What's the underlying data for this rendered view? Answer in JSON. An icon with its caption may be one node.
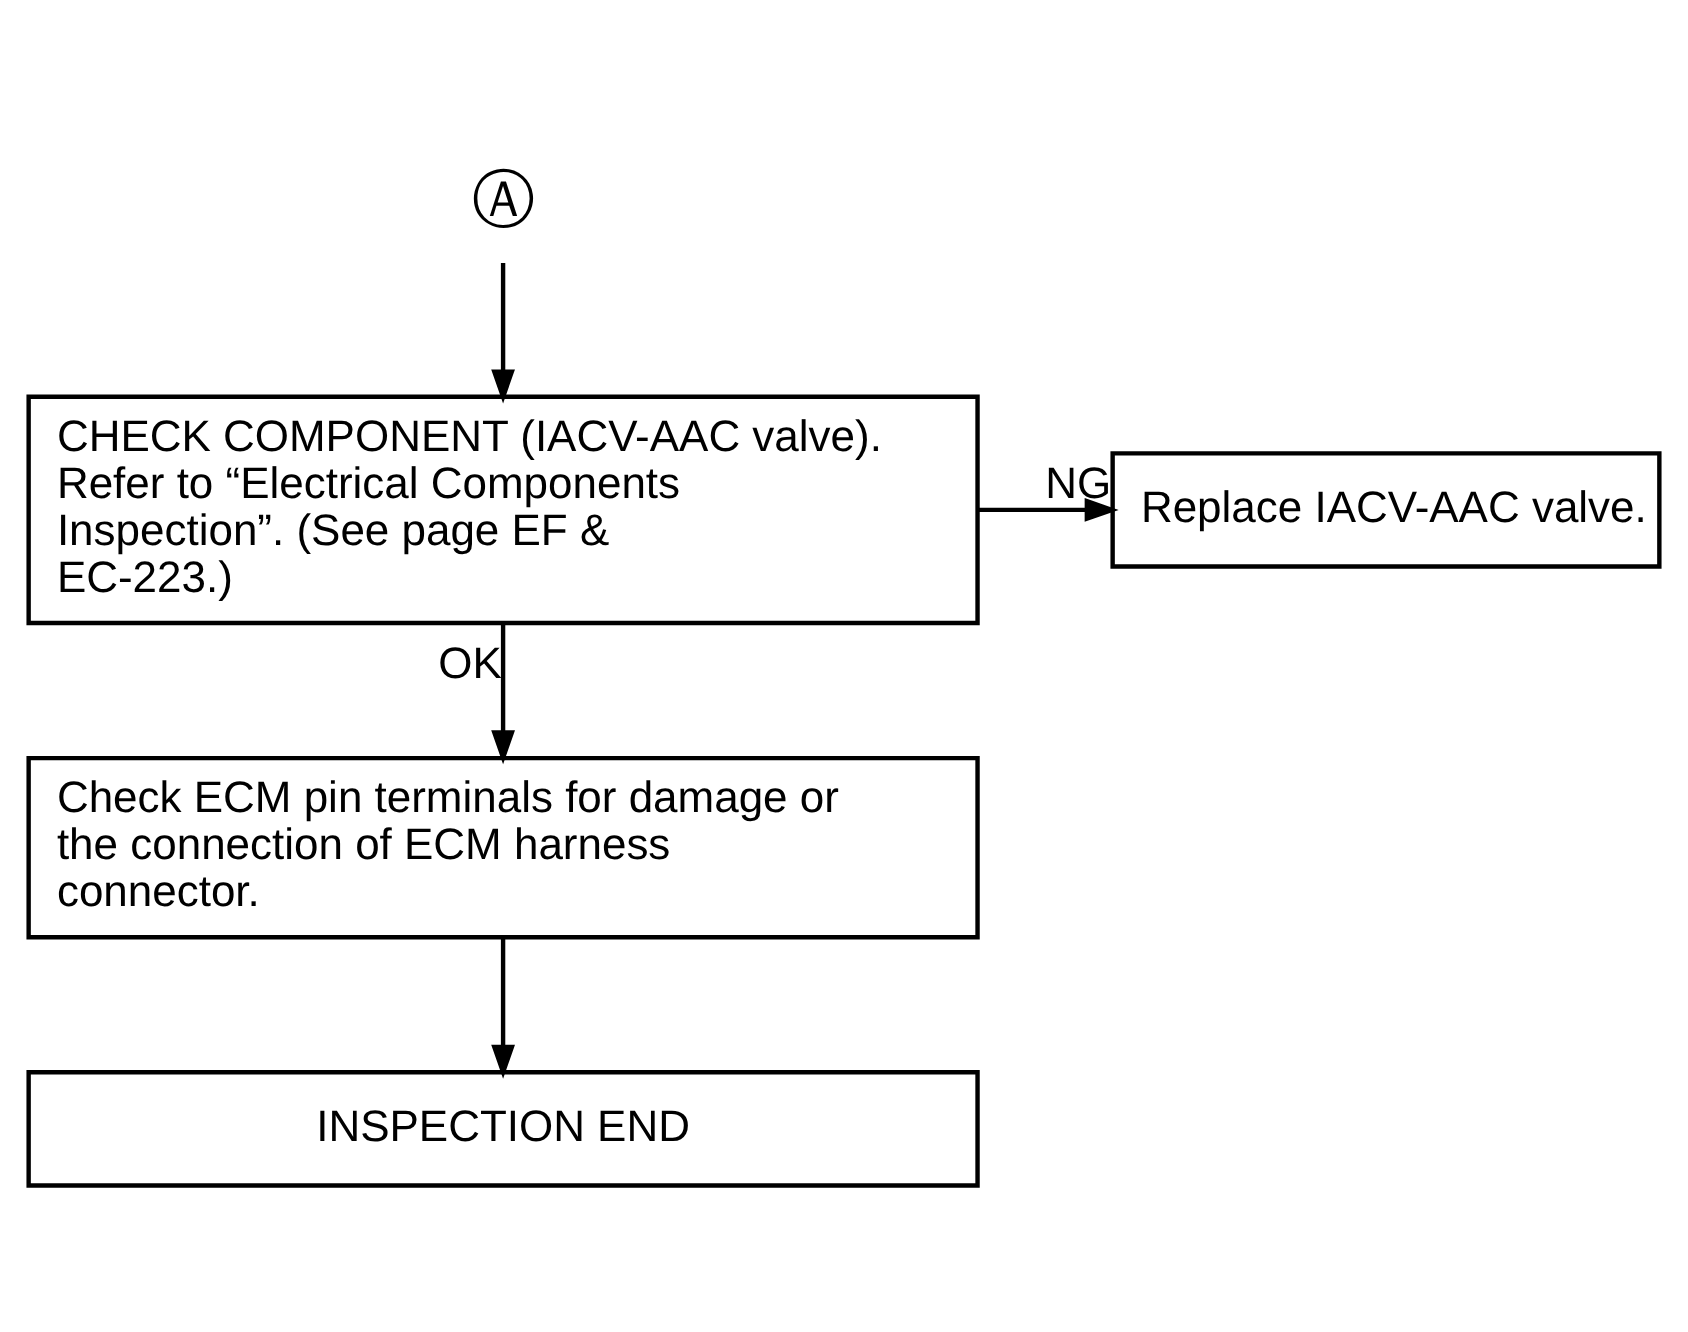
{
  "diagram": {
    "nodes": [
      {
        "text": [
          "Ⓐ"
        ]
      },
      {
        "text": [
          "CHECK COMPONENT (IACV-AAC valve). Refer to “Electrical Components Inspection”. (See page EF & EC-223.)"
        ]
      },
      {
        "text": [
          "Replace IACV-AAC valve."
        ]
      },
      {
        "text": [
          "Check ECM pin terminals for damage or the connection of ECM harness connector."
        ]
      },
      {
        "text": [
          "INSPECTION END"
        ]
      }
    ],
    "edges": [
      {
        "from": 0,
        "to": 1,
        "arrow": "to"
      },
      {
        "from": 1,
        "to": 2,
        "arrow": "to",
        "label": "NG"
      },
      {
        "from": 1,
        "to": 3,
        "arrow": "to",
        "label": "OK"
      },
      {
        "from": 3,
        "to": 4,
        "arrow": "to"
      }
    ]
  }
}
